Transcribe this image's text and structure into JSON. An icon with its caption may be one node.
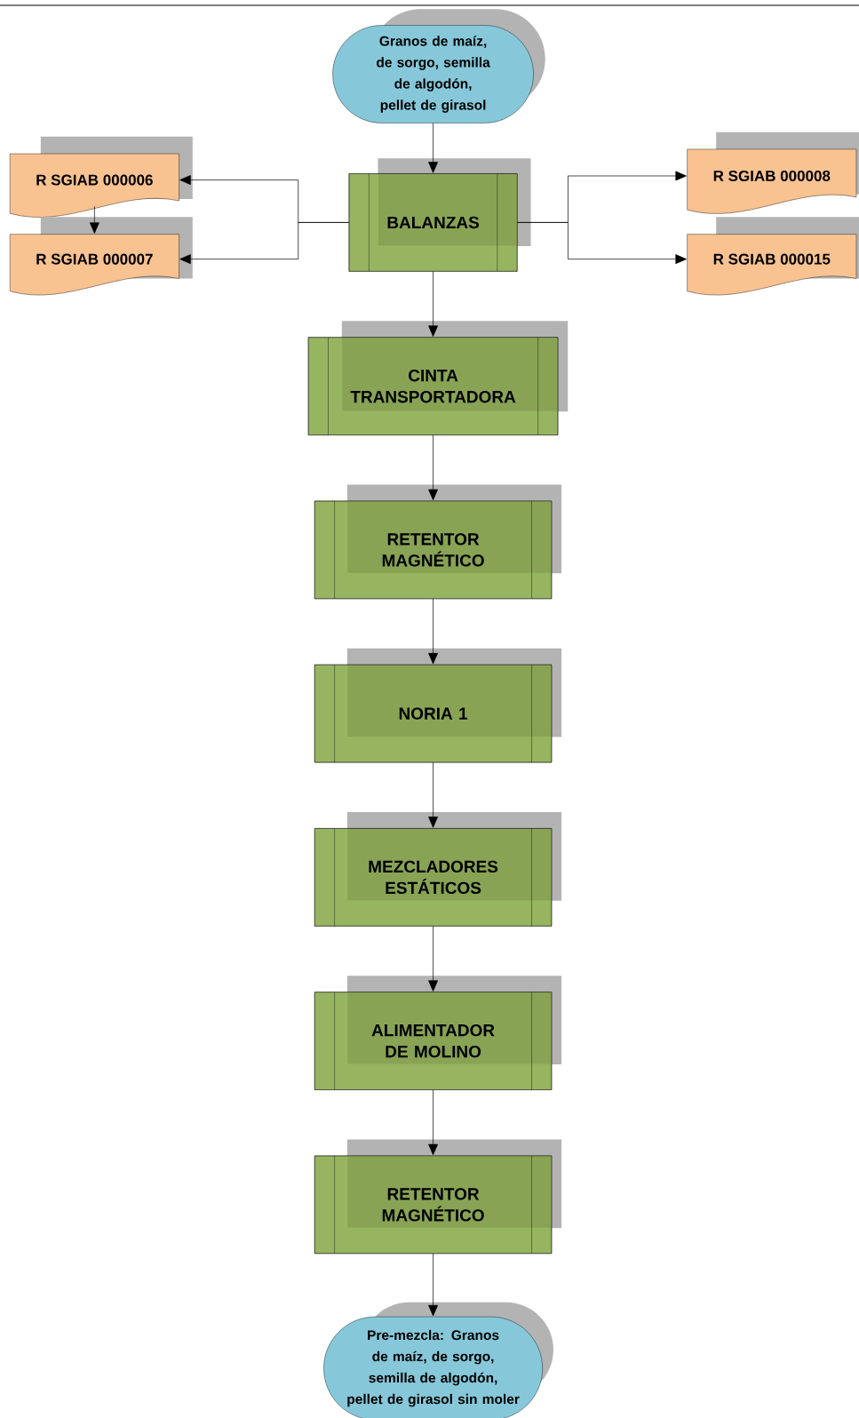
{
  "diagram": {
    "nodes": [
      {
        "text": [
          "Granos de maíz, de sorgo, semilla de algodón, pellet de girasol"
        ]
      },
      {
        "text": [
          "BALANZAS"
        ]
      },
      {
        "text": [
          "R SGIAB 000006"
        ]
      },
      {
        "text": [
          "R SGIAB 000007"
        ]
      },
      {
        "text": [
          "R SGIAB 000008"
        ]
      },
      {
        "text": [
          "R SGIAB 000015"
        ]
      },
      {
        "text": [
          "CINTA TRANSPORTADORA"
        ]
      },
      {
        "text": [
          "RETENTOR MAGNÉTICO"
        ]
      },
      {
        "text": [
          "NORIA 1"
        ]
      },
      {
        "text": [
          "MEZCLADORES ESTÁTICOS"
        ]
      },
      {
        "text": [
          "ALIMENTADOR DE MOLINO"
        ]
      },
      {
        "text": [
          "RETENTOR MAGNÉTICO"
        ]
      },
      {
        "text": [
          "Pre-mezcla: Granos de maíz, de sorgo, semilla de algodón, pellet de girasol sin moler"
        ]
      }
    ],
    "edges": [
      {
        "from": 0,
        "to": 1,
        "arrow": "to"
      },
      {
        "from": 1,
        "to": 2,
        "arrow": "to"
      },
      {
        "from": 1,
        "to": 3,
        "arrow": "to"
      },
      {
        "from": 2,
        "to": 3,
        "arrow": "to"
      },
      {
        "from": 1,
        "to": 4,
        "arrow": "to"
      },
      {
        "from": 1,
        "to": 5,
        "arrow": "to"
      },
      {
        "from": 1,
        "to": 6,
        "arrow": "to"
      },
      {
        "from": 6,
        "to": 7,
        "arrow": "to"
      },
      {
        "from": 7,
        "to": 8,
        "arrow": "to"
      },
      {
        "from": 8,
        "to": 9,
        "arrow": "to"
      },
      {
        "from": 9,
        "to": 10,
        "arrow": "to"
      },
      {
        "from": 10,
        "to": 11,
        "arrow": "to"
      },
      {
        "from": 11,
        "to": 12,
        "arrow": "to"
      }
    ]
  }
}
